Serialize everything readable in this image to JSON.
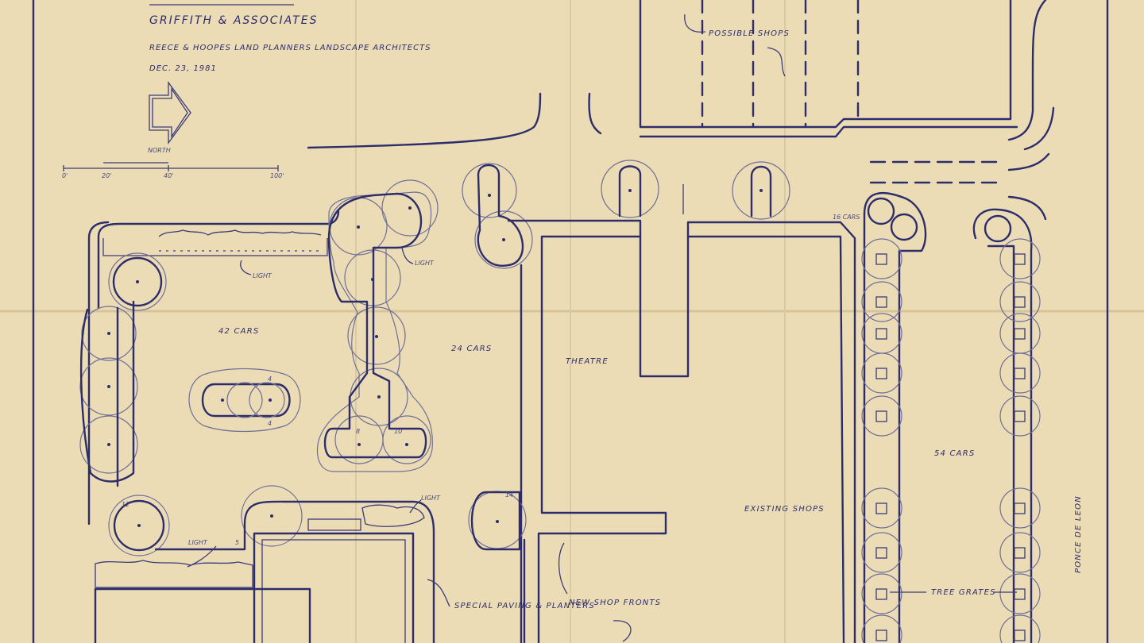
{
  "title_block": {
    "firm": "GRIFFITH & ASSOCIATES",
    "partners": "REECE & HOOPES   LAND PLANNERS  LANDSCAPE ARCHITECTS",
    "date": "DEC. 23, 1981",
    "north_label": "NORTH",
    "scale_ticks": [
      "0'",
      "20'",
      "40'",
      "100'"
    ]
  },
  "labels": {
    "possible_shops": "POSSIBLE SHOPS",
    "light_1": "LIGHT",
    "light_2": "LIGHT",
    "light_3": "LIGHT",
    "light_4": "LIGHT",
    "cars_42": "42 CARS",
    "cars_24": "24 CARS",
    "cars_16": "16 CARS",
    "cars_54": "54 CARS",
    "theatre": "THEATRE",
    "existing_shops": "EXISTING SHOPS",
    "new_shop_fronts": "NEW SHOP FRONTS",
    "special_paving": "SPECIAL PAVING & PLANTERS",
    "tree_grates": "TREE GRATES",
    "street": "PONCE DE LEON",
    "n4a": "4",
    "n4b": "4",
    "n8": "8",
    "n10": "10",
    "n12": "12",
    "n14": "14",
    "n5": "5"
  }
}
